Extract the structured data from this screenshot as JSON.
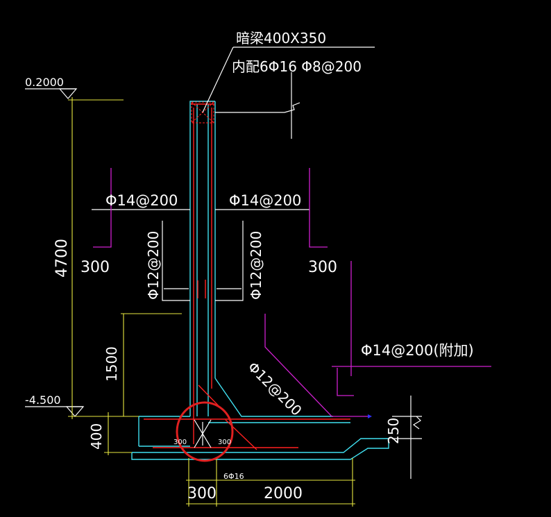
{
  "texts": {
    "beam_title": "暗梁400X350",
    "beam_rebar": "内配6Φ16 Φ8@200",
    "elev_top": "0.2000",
    "elev_bottom": "-4.500",
    "dim_height": "4700",
    "dim_1500": "1500",
    "dim_400": "400",
    "dim_250": "250",
    "dim_300_bottom": "300",
    "dim_2000": "2000",
    "rebar_left": "Φ14@200",
    "rebar_right": "Φ14@200",
    "lap_left": "300",
    "lap_right": "300",
    "vert_left": "Φ12@200",
    "vert_right": "Φ12@200",
    "diag_rebar": "Φ12@200",
    "additional": "Φ14@200(附加)",
    "small_left_300": "300",
    "small_right_300": "300",
    "footing_rebar": "6Φ16"
  },
  "colors": {
    "background": "#000000",
    "concrete_outline": "#40e0f0",
    "rebar": "#ff2020",
    "annotation": "#ffffff",
    "dimension": "#e8e840",
    "callout": "#d020d0",
    "highlight_circle": "#e02020"
  }
}
